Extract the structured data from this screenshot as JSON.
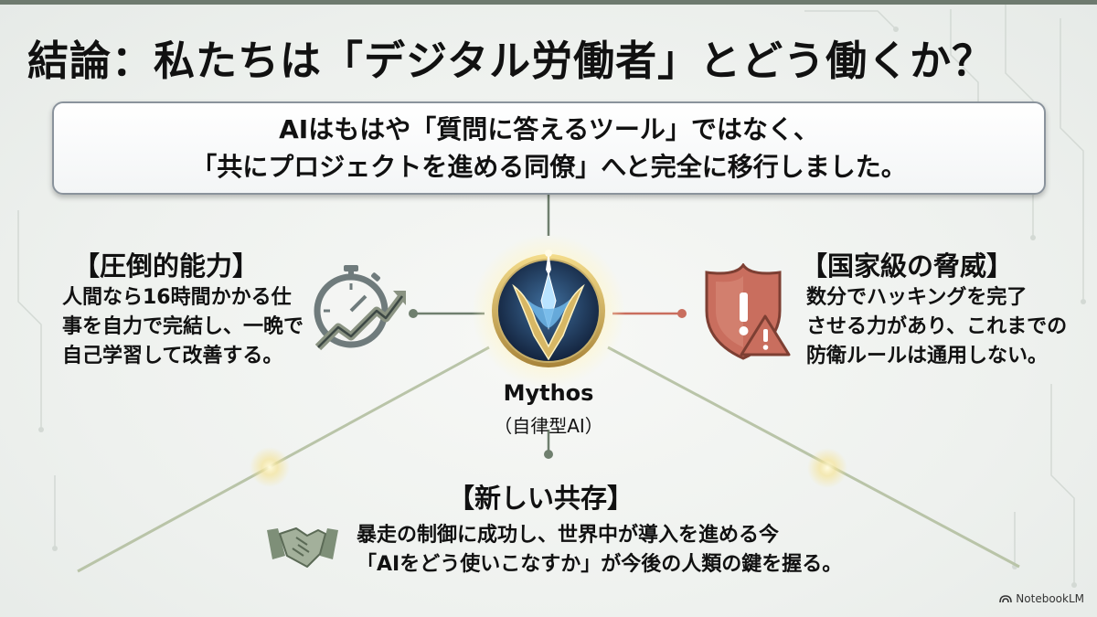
{
  "title": "結論：私たちは「デジタル労働者」とどう働くか？",
  "lead": {
    "line1": "AIはもはや「質問に答えるツール」ではなく、",
    "line2": "「共にプロジェクトを進める同僚」へと完全に移行しました。"
  },
  "center": {
    "name": "Mythos",
    "sub": "（自律型AI）",
    "icon": "mythos-emblem-icon"
  },
  "left": {
    "heading": "【圧倒的能力】",
    "lines": [
      "人間なら16時間かかる仕",
      "事を自力で完結し、一晩で",
      "自己学習して改善する。"
    ],
    "icon": "stopwatch-growth-icon"
  },
  "right": {
    "heading": "【国家級の脅威】",
    "lines": [
      "数分でハッキングを完了",
      "させる力があり、これまでの",
      "防衛ルールは通用しない。"
    ],
    "icon": "warning-shield-icon"
  },
  "bottom": {
    "heading": "【新しい共存】",
    "lines": [
      "暴走の制御に成功し、世界中が導入を進める今",
      "「AIをどう使いこなすか」が今後の人類の鍵を握る。"
    ],
    "icon": "handshake-icon"
  },
  "footer": {
    "brand": "NotebookLM"
  },
  "colors": {
    "accent_green": "#6f7f6e",
    "shield_red": "#c96e5e",
    "emblem_navy": "#1f3553",
    "text": "#111111"
  }
}
